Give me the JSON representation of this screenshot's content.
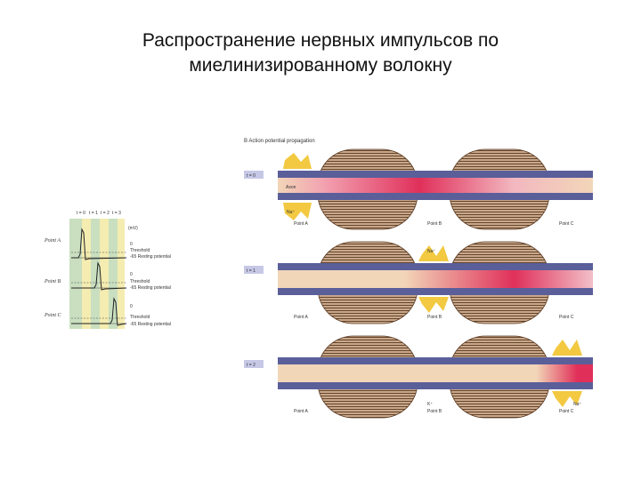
{
  "slide": {
    "title_line1": "Распространение нервных импульсов по",
    "title_line2": "миелинизированному волокну"
  },
  "figure": {
    "panel_heading": "B  Action potential propagation",
    "axon_label": "Axon",
    "na_label": "Na⁺",
    "k_label": "K⁺",
    "time_labels": [
      "t = 0",
      "t = 1",
      "t = 2"
    ],
    "point_labels": [
      "Point A",
      "Point B",
      "Point C"
    ],
    "colors": {
      "sheath": "#8a6a4a",
      "axoplasm": "#f2d6b8",
      "membrane": "#5a5f9a",
      "depolarized": "#e0305a",
      "channel": "#f0c020"
    }
  },
  "graph": {
    "header_ticks": [
      "t = 0",
      "t = 1",
      "t = 2",
      "t = 3"
    ],
    "unit_label": "(mV)",
    "rows": [
      {
        "point": "Point A",
        "threshold": "Threshold",
        "resting": "-65 Resting potential",
        "scale": "0"
      },
      {
        "point": "Point B",
        "threshold": "Threshold",
        "resting": "-65 Resting potential",
        "scale": "0"
      },
      {
        "point": "Point C",
        "threshold": "Threshold",
        "resting": "-65 Resting potential",
        "scale": "0"
      }
    ]
  }
}
